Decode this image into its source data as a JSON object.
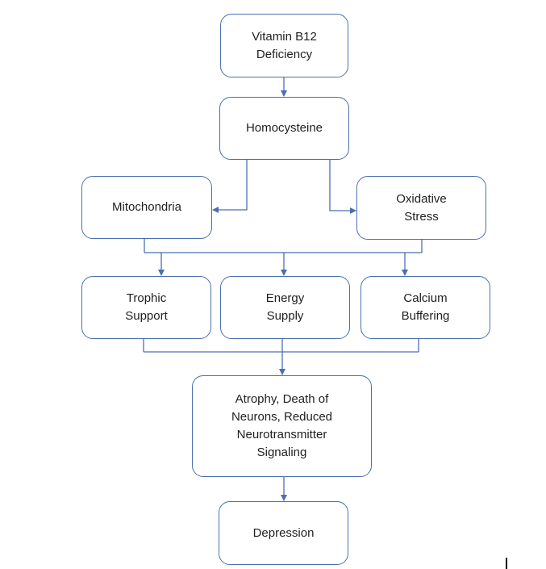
{
  "diagram": {
    "type": "flowchart",
    "colors": {
      "border": "#4a6fb0",
      "connector": "#4a6fb0",
      "text": "#1f1f1f",
      "background": "#ffffff"
    },
    "nodes": {
      "vitamin_b12": {
        "label": "Vitamin B12\nDeficiency"
      },
      "homocysteine": {
        "label": "Homocysteine"
      },
      "mitochondria": {
        "label": "Mitochondria"
      },
      "oxidative_stress": {
        "label": "Oxidative\nStress"
      },
      "trophic_support": {
        "label": "Trophic\nSupport"
      },
      "energy_supply": {
        "label": "Energy\nSupply"
      },
      "calcium_buffering": {
        "label": "Calcium\nBuffering"
      },
      "atrophy": {
        "label": "Atrophy, Death of\nNeurons, Reduced\nNeurotransmitter\nSignaling"
      },
      "depression": {
        "label": "Depression"
      }
    },
    "edges": [
      {
        "from": "vitamin_b12",
        "to": "homocysteine"
      },
      {
        "from": "homocysteine",
        "to": "mitochondria"
      },
      {
        "from": "homocysteine",
        "to": "oxidative_stress"
      },
      {
        "from": "mitochondria",
        "to": "trophic_support"
      },
      {
        "from": "mitochondria",
        "to": "energy_supply"
      },
      {
        "from": "mitochondria",
        "to": "calcium_buffering"
      },
      {
        "from": "oxidative_stress",
        "to": "trophic_support"
      },
      {
        "from": "oxidative_stress",
        "to": "energy_supply"
      },
      {
        "from": "oxidative_stress",
        "to": "calcium_buffering"
      },
      {
        "from": "trophic_support",
        "to": "atrophy"
      },
      {
        "from": "energy_supply",
        "to": "atrophy"
      },
      {
        "from": "calcium_buffering",
        "to": "atrophy"
      },
      {
        "from": "atrophy",
        "to": "depression"
      }
    ]
  }
}
